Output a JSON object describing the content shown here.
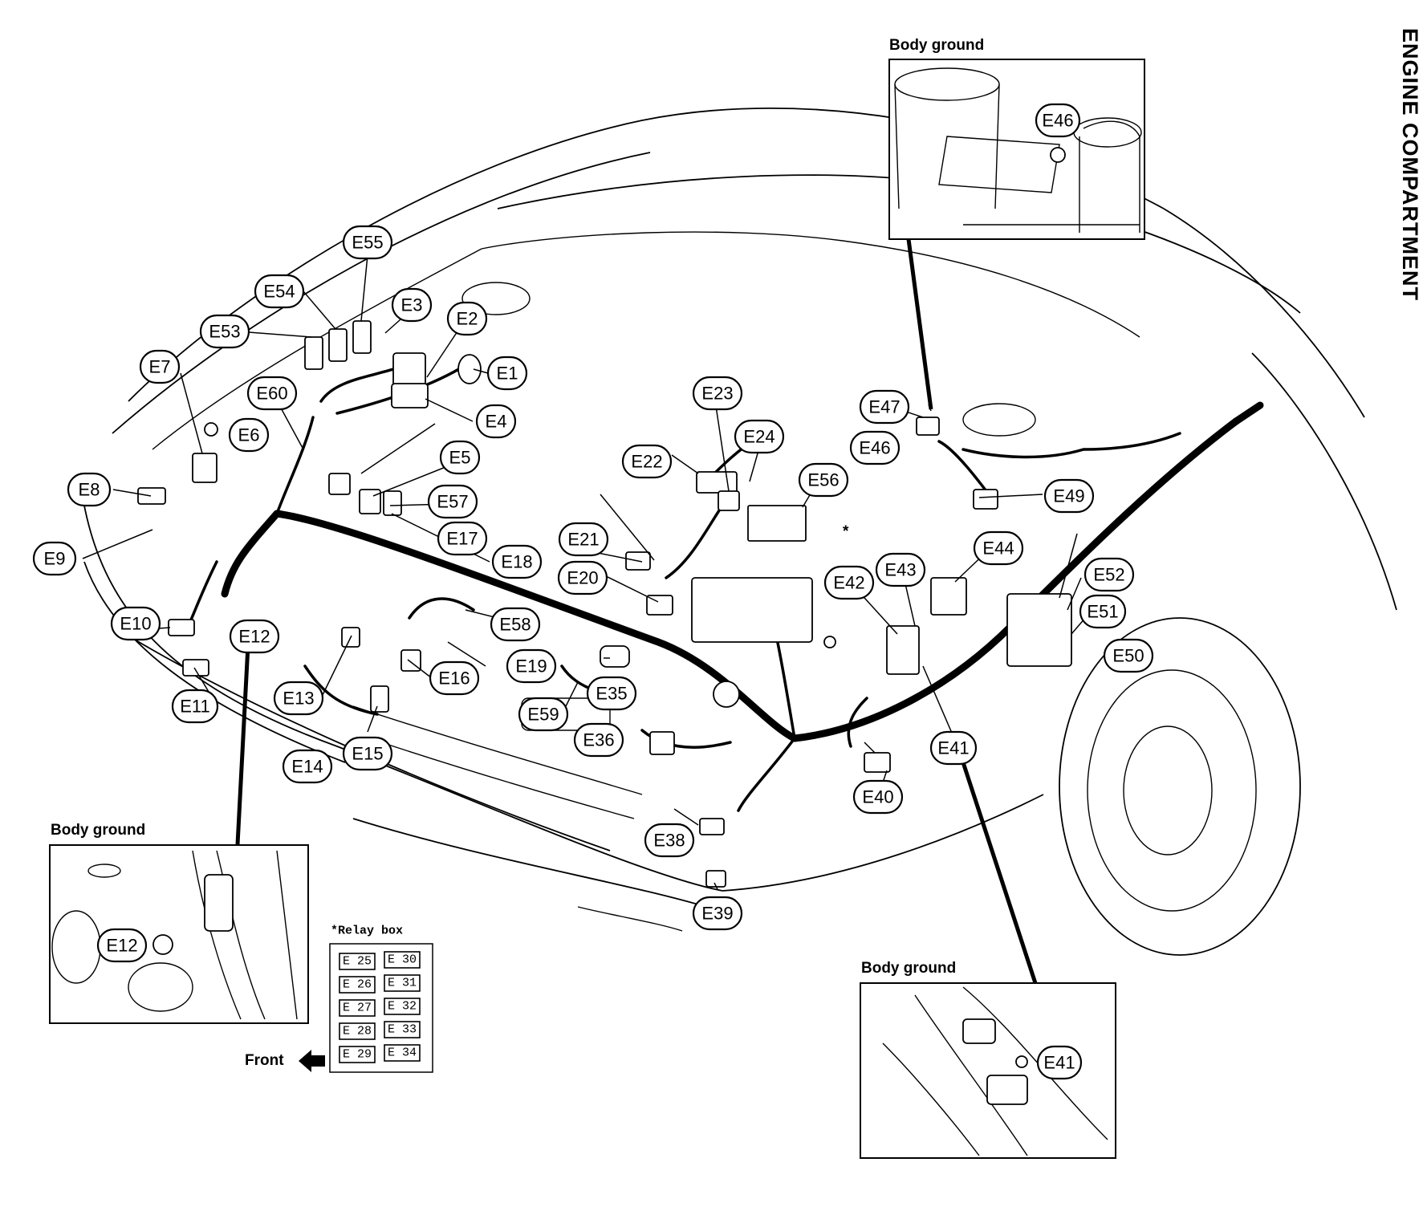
{
  "title": "ENGINE COMPARTMENT",
  "captions": {
    "body_ground_top": "Body ground",
    "body_ground_left": "Body ground",
    "body_ground_right": "Body ground",
    "relay_box": "*Relay box",
    "front": "Front",
    "relay_marker": "*"
  },
  "relay_box": {
    "left_column": [
      "E 25",
      "E 26",
      "E 27",
      "E 28",
      "E 29"
    ],
    "right_column": [
      "E 30",
      "E 31",
      "E 32",
      "E 33",
      "E 34"
    ]
  },
  "connectors": {
    "E1": "E1",
    "E2": "E2",
    "E3": "E3",
    "E4": "E4",
    "E5": "E5",
    "E6": "E6",
    "E7": "E7",
    "E8": "E8",
    "E9": "E9",
    "E10": "E10",
    "E11": "E11",
    "E12": "E12",
    "E13": "E13",
    "E14": "E14",
    "E15": "E15",
    "E16": "E16",
    "E17": "E17",
    "E18": "E18",
    "E19": "E19",
    "E20": "E20",
    "E21": "E21",
    "E22": "E22",
    "E23": "E23",
    "E24": "E24",
    "E35": "E35",
    "E36": "E36",
    "E38": "E38",
    "E39": "E39",
    "E40": "E40",
    "E41": "E41",
    "E42": "E42",
    "E43": "E43",
    "E44": "E44",
    "E46": "E46",
    "E47": "E47",
    "E49": "E49",
    "E50": "E50",
    "E51": "E51",
    "E52": "E52",
    "E53": "E53",
    "E54": "E54",
    "E55": "E55",
    "E56": "E56",
    "E57": "E57",
    "E58": "E58",
    "E59": "E59",
    "E60": "E60"
  },
  "inset_labels": {
    "top": "E46",
    "left": "E12",
    "right": "E41"
  }
}
